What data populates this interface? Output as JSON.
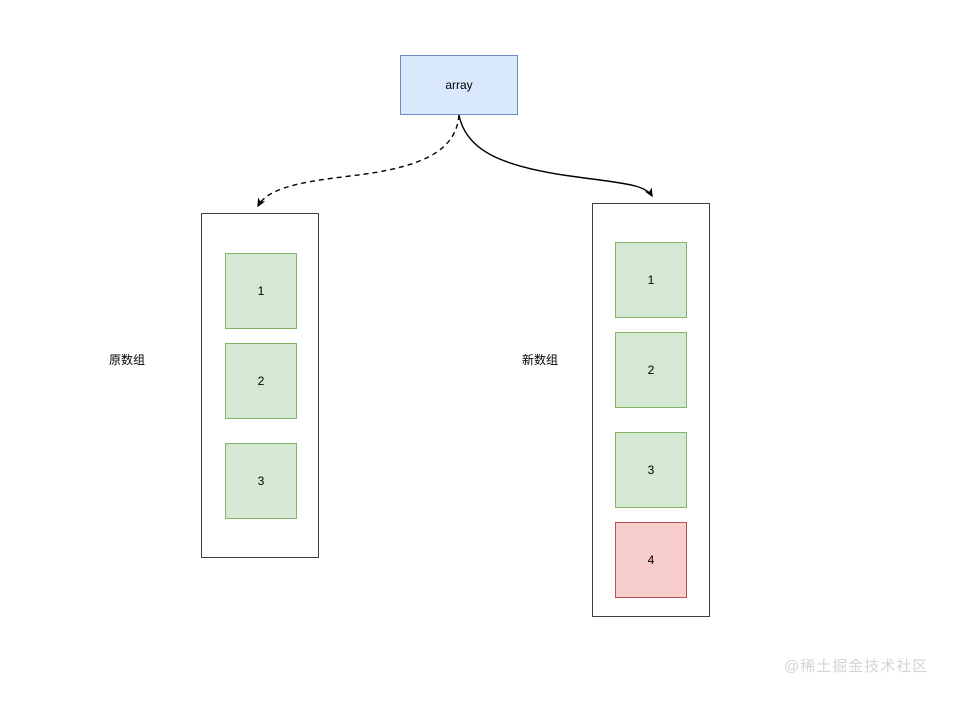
{
  "diagram": {
    "title": "array copy diagram",
    "source_node": {
      "id": "array",
      "label": "array",
      "fill": "#dae8fc",
      "stroke": "#6c8ebf"
    },
    "groups": [
      {
        "id": "old-array",
        "label": "原数组",
        "stroke": "#3f3f3f",
        "cells": [
          {
            "value": "1",
            "fill": "#d5e8d4",
            "stroke": "#82b366",
            "kind": "green"
          },
          {
            "value": "2",
            "fill": "#d5e8d4",
            "stroke": "#82b366",
            "kind": "green"
          },
          {
            "value": "3",
            "fill": "#d5e8d4",
            "stroke": "#82b366",
            "kind": "green"
          }
        ]
      },
      {
        "id": "new-array",
        "label": "新数组",
        "stroke": "#3f3f3f",
        "cells": [
          {
            "value": "1",
            "fill": "#d5e8d4",
            "stroke": "#82b366",
            "kind": "green"
          },
          {
            "value": "2",
            "fill": "#d5e8d4",
            "stroke": "#82b366",
            "kind": "green"
          },
          {
            "value": "3",
            "fill": "#d5e8d4",
            "stroke": "#82b366",
            "kind": "green"
          },
          {
            "value": "4",
            "fill": "#f8cecc",
            "stroke": "#b85450",
            "kind": "red"
          }
        ]
      }
    ],
    "edges": [
      {
        "id": "edge-to-old",
        "from": "array",
        "to": "old-array",
        "style": "dashed",
        "stroke": "#000000"
      },
      {
        "id": "edge-to-new",
        "from": "array",
        "to": "new-array",
        "style": "solid",
        "stroke": "#000000"
      }
    ]
  },
  "watermark": {
    "text": "@稀土掘金技术社区",
    "color": "#d4d4d4"
  }
}
